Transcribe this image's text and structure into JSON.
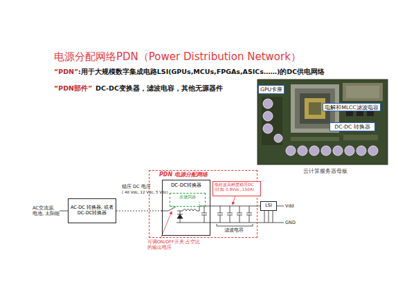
{
  "diagram": {
    "title": "电源分配网络PDN（Power Distribution Network）",
    "nodes": [
      {
        "text": [
          "GPU卡座"
        ]
      },
      {
        "text": [
          "电解和MLCC滤波电容"
        ]
      },
      {
        "text": [
          "DC-DC 转换器"
        ]
      },
      {
        "text": [
          "AC-DC 转换器, 或者 DC-DC转换器"
        ]
      },
      {
        "text": [
          "PDN 电源分配网络"
        ]
      },
      {
        "text": [
          "DC-DC转换器"
        ],
        "in": 4
      },
      {
        "text": [
          "反馈回路"
        ],
        "in": 5
      },
      {
        "text": [
          "低纹波高精度稳压DC (比如 0.8Vdc, 150A)"
        ],
        "in": 4
      },
      {
        "text": [
          "LSI"
        ]
      }
    ],
    "edges": [
      {
        "from": 3,
        "to": 5,
        "arrow": "none"
      },
      {
        "from": 5,
        "to": 8,
        "arrow": "none"
      }
    ],
    "labels": [
      "“PDN”",
      ":用于大规模数字集成电路LSI(GPUs,MCUs,FPGAs,ASICs……)的DC供电网络",
      "“PDN部件”",
      "DC-DC变换器，滤波电容，其他无源器件",
      "云计算服务器母板",
      "AC交流源, 电池, 太阳能",
      "稳压 DC 电压",
      "( 48 Vdc, 12 Vdc, 5 Vdc)",
      "Vdd",
      "GND",
      "滤波电容",
      "可调ON/OFF开关 占空比的输出电压"
    ]
  }
}
